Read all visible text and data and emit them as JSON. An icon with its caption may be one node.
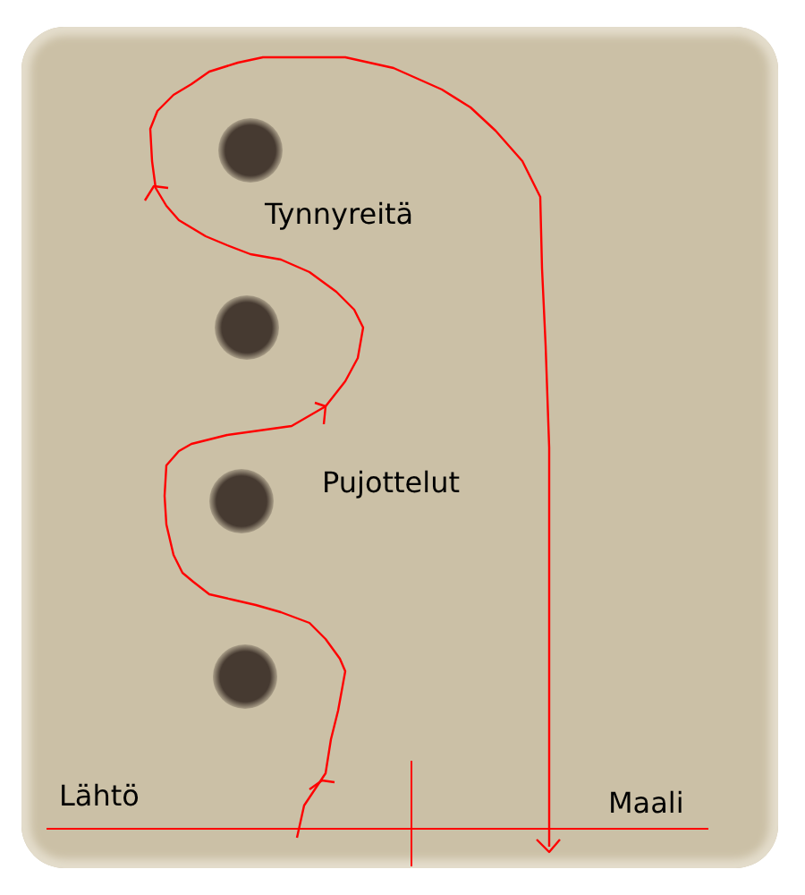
{
  "diagram": {
    "labels": [
      "Tynnyreitä",
      "Pujottelut",
      "Lähtö",
      "Maali"
    ]
  }
}
